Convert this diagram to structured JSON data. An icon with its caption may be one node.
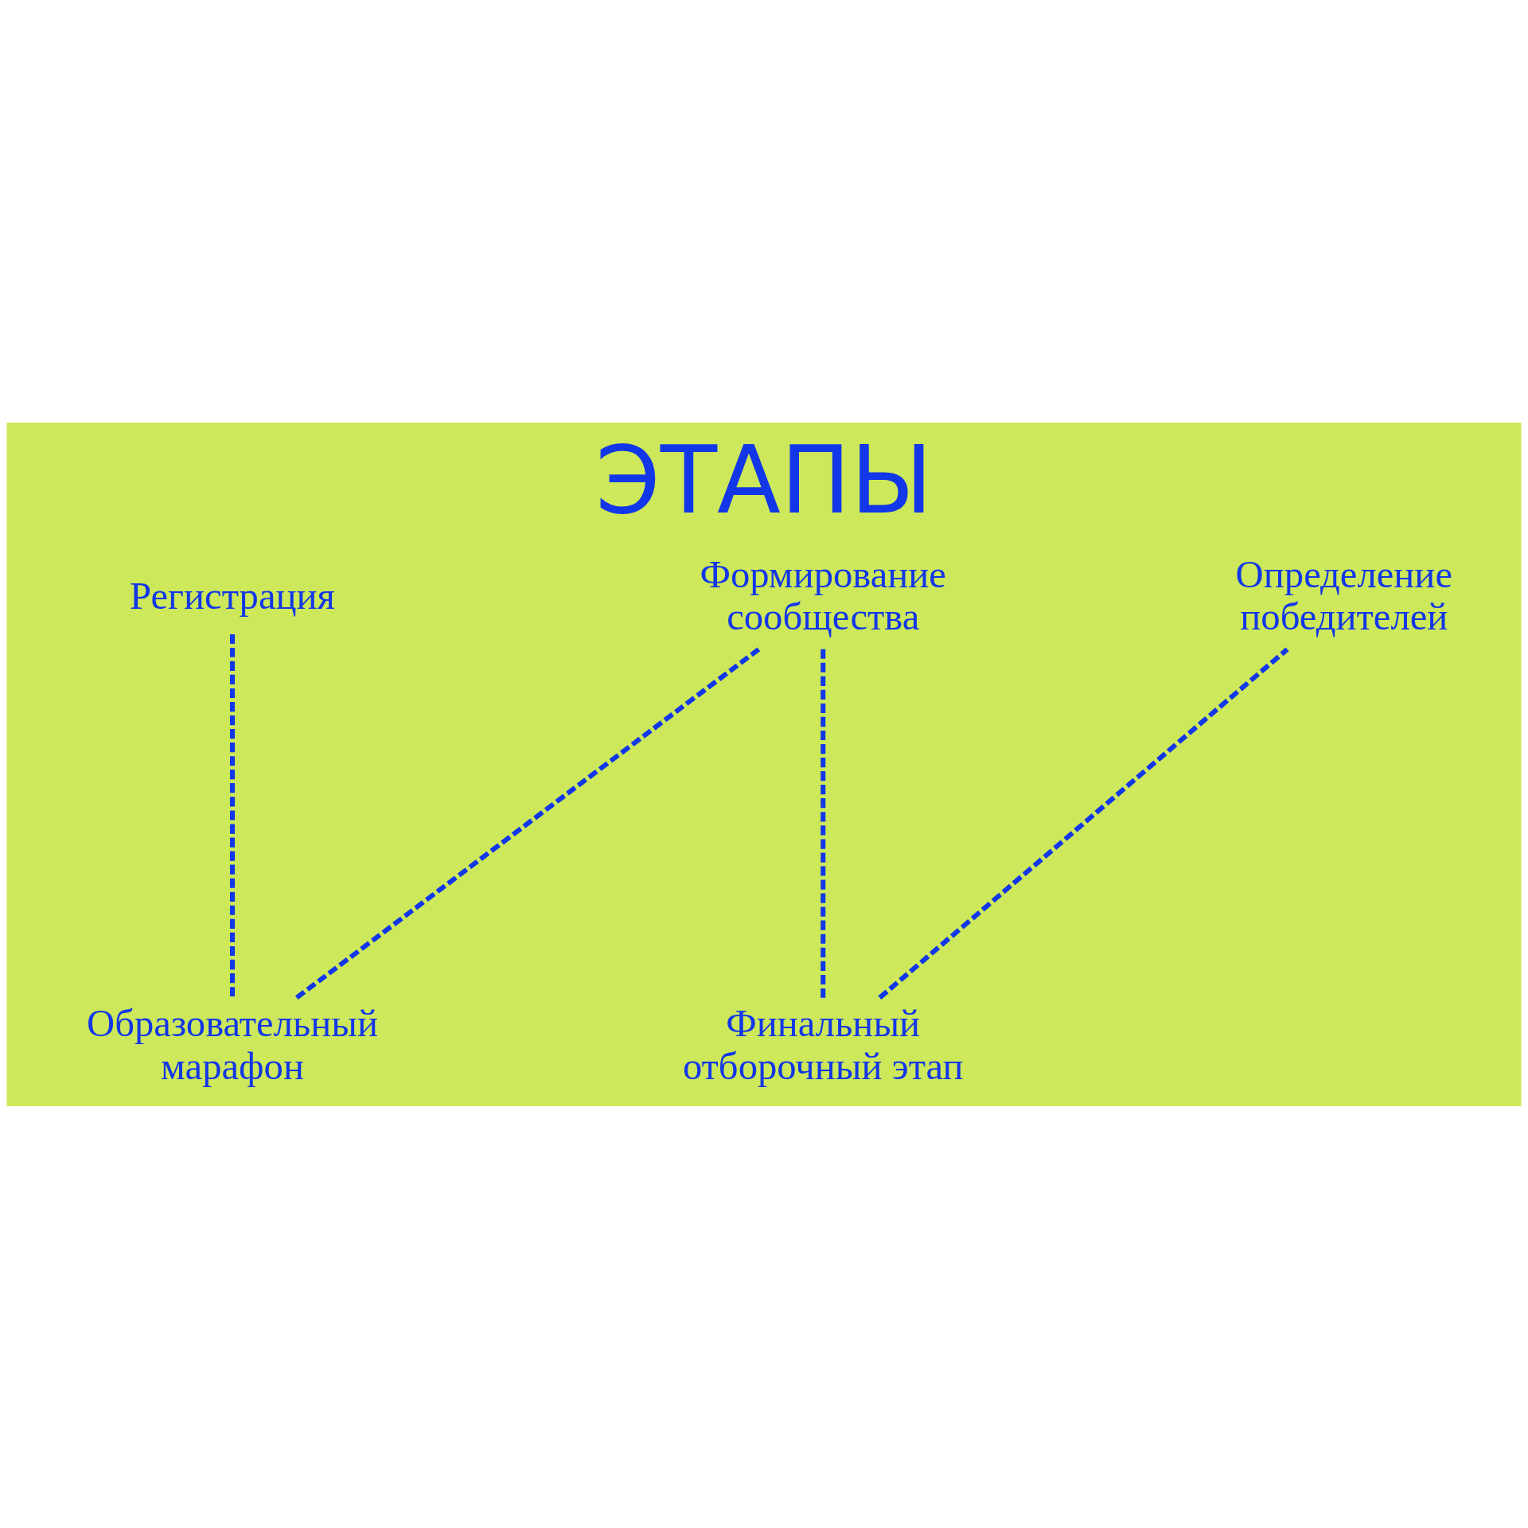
{
  "diagram": {
    "title": "ЭТАПЫ",
    "nodes": [
      {
        "text": [
          "Регистрация"
        ]
      },
      {
        "text": [
          "Формирование сообщества"
        ]
      },
      {
        "text": [
          "Определение победителей"
        ]
      },
      {
        "text": [
          "Образовательный марафон"
        ]
      },
      {
        "text": [
          "Финальный отборочный этап"
        ]
      }
    ],
    "edges": [
      {
        "from": 0,
        "to": 3,
        "arrow": "none",
        "style": "dashed"
      },
      {
        "from": 3,
        "to": 1,
        "arrow": "none",
        "style": "dashed"
      },
      {
        "from": 1,
        "to": 4,
        "arrow": "none",
        "style": "dashed"
      },
      {
        "from": 4,
        "to": 2,
        "arrow": "none",
        "style": "dashed"
      }
    ]
  }
}
